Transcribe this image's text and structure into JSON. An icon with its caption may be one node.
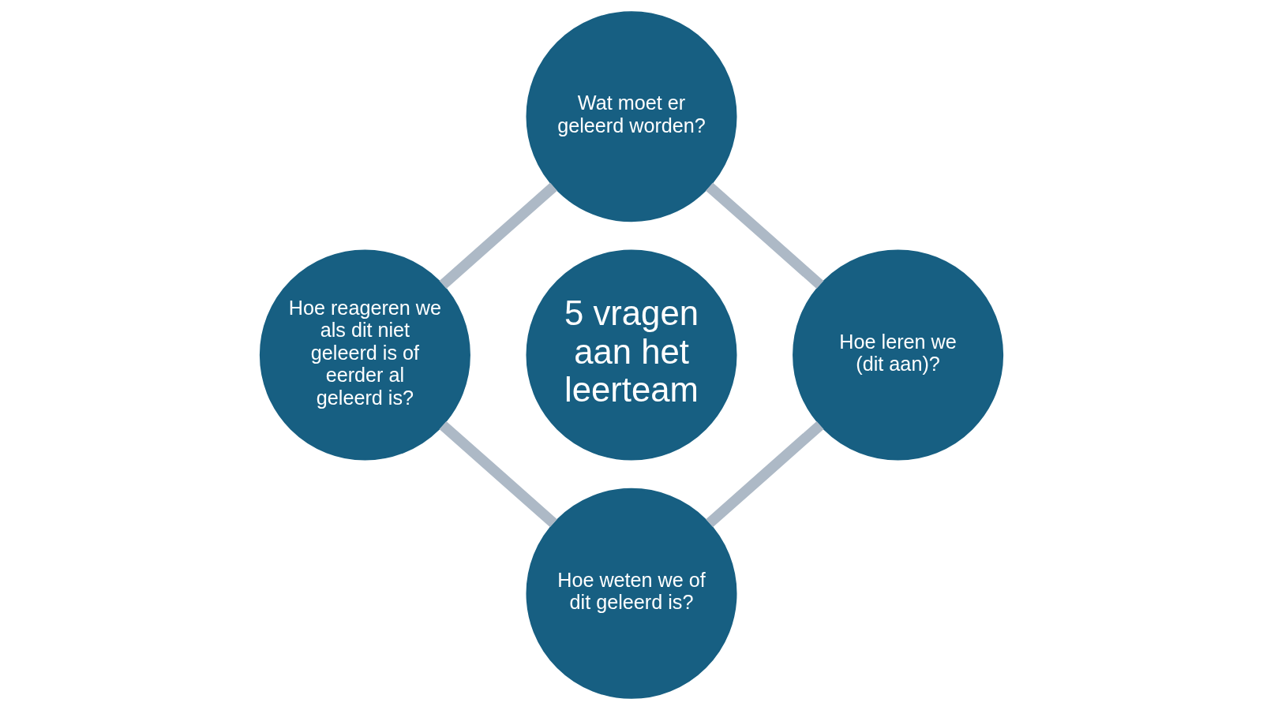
{
  "diagram": {
    "nodes": [
      {
        "text": [
          "5 vragen aan het leerteam"
        ]
      },
      {
        "text": [
          "Wat moet er geleerd worden?"
        ]
      },
      {
        "text": [
          "Hoe leren we (dit aan)?"
        ]
      },
      {
        "text": [
          "Hoe weten we of dit geleerd is?"
        ]
      },
      {
        "text": [
          "Hoe reageren we als dit niet geleerd is of eerder al geleerd is?"
        ]
      }
    ],
    "edges": [
      {
        "from": 1,
        "to": 2,
        "arrow": "none"
      },
      {
        "from": 2,
        "to": 3,
        "arrow": "none"
      },
      {
        "from": 3,
        "to": 4,
        "arrow": "none"
      },
      {
        "from": 4,
        "to": 1,
        "arrow": "none"
      }
    ]
  }
}
